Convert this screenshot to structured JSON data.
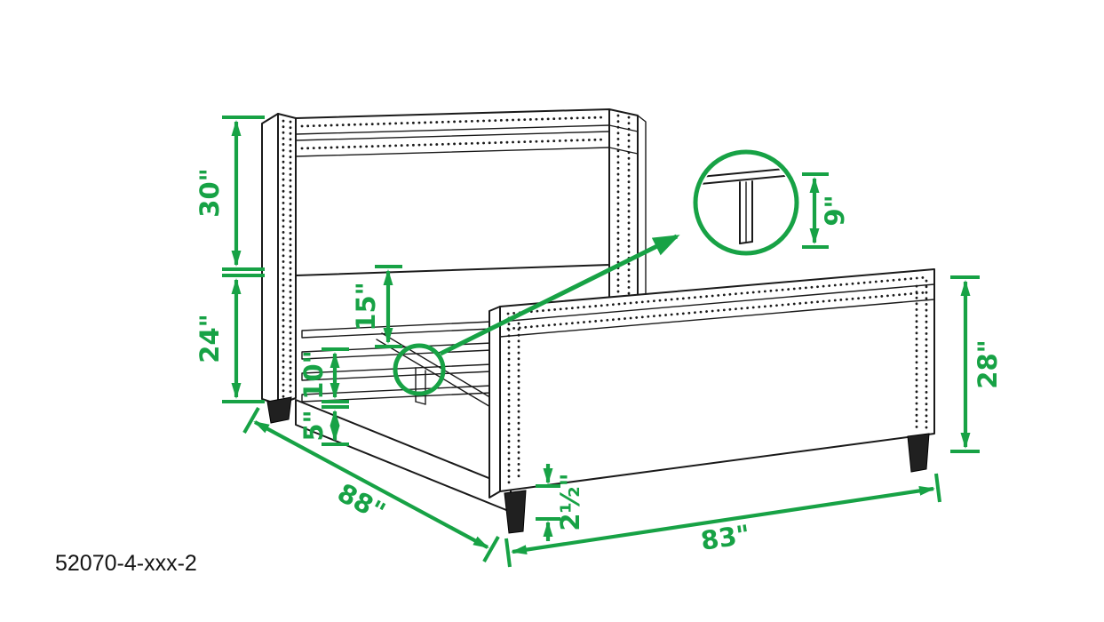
{
  "part_number": "52070-4-xxx-2",
  "colors": {
    "green": "#17A245",
    "ink": "#1a1a1a"
  },
  "dims": {
    "d30": {
      "label": "30\""
    },
    "d24": {
      "label": "24\""
    },
    "d15": {
      "label": "15\""
    },
    "d10": {
      "label": "10\""
    },
    "d5": {
      "label": "5\""
    },
    "d9": {
      "label": "9\""
    },
    "d28": {
      "label": "28\""
    },
    "d2half": {
      "label": "2½\""
    },
    "d88": {
      "label": "88\""
    },
    "d83": {
      "label": "83\""
    }
  }
}
